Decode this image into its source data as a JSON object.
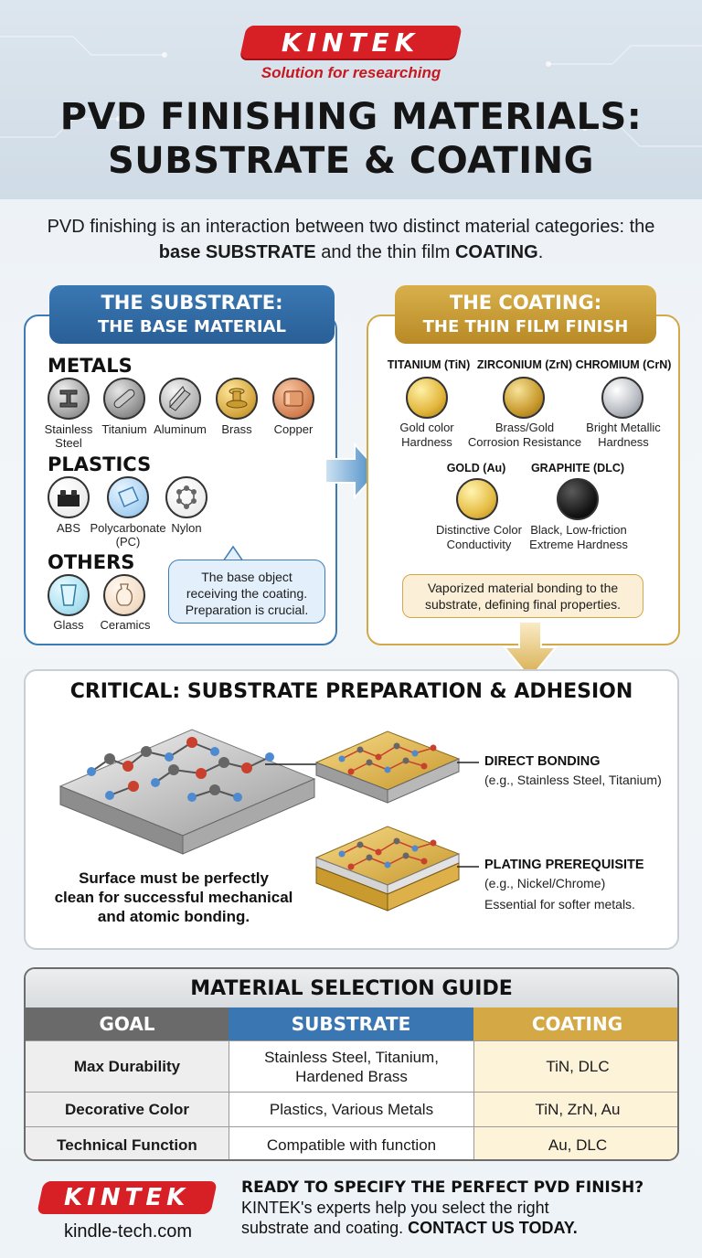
{
  "brand": {
    "logo_text": "KINTEK",
    "tagline": "Solution for researching",
    "url": "kindle-tech.com",
    "red": "#d71f26",
    "blue": "#3a77b2",
    "gold": "#d3a845"
  },
  "title": {
    "line1": "PVD FINISHING MATERIALS:",
    "line2": "SUBSTRATE & COATING"
  },
  "intro": {
    "p1": "PVD finishing is an interaction between two distinct material categories: the ",
    "b1": "base SUBSTRATE",
    "p2": " and the thin film ",
    "b2": "COATING",
    "p3": "."
  },
  "substrate": {
    "head1": "THE SUBSTRATE:",
    "head2": "THE BASE MATERIAL",
    "metals_label": "METALS",
    "metals": [
      {
        "label1": "Stainless",
        "label2": "Steel",
        "icon": "steel-beam-icon"
      },
      {
        "label1": "Titanium",
        "label2": "",
        "icon": "titanium-rod-icon"
      },
      {
        "label1": "Aluminum",
        "label2": "",
        "icon": "aluminum-angle-icon"
      },
      {
        "label1": "Brass",
        "label2": "",
        "icon": "brass-fitting-icon"
      },
      {
        "label1": "Copper",
        "label2": "",
        "icon": "copper-pipe-icon"
      }
    ],
    "plastics_label": "PLASTICS",
    "plastics": [
      {
        "label1": "ABS",
        "label2": "",
        "icon": "lego-brick-icon"
      },
      {
        "label1": "Polycarbonate",
        "label2": "(PC)",
        "icon": "plastic-sheet-icon"
      },
      {
        "label1": "Nylon",
        "label2": "",
        "icon": "molecule-icon"
      }
    ],
    "others_label": "OTHERS",
    "others": [
      {
        "label1": "Glass",
        "label2": "",
        "icon": "glass-cup-icon"
      },
      {
        "label1": "Ceramics",
        "label2": "",
        "icon": "ceramic-vase-icon"
      }
    ],
    "bubble": [
      "The base object",
      "receiving the coating.",
      "Preparation is crucial."
    ]
  },
  "coating": {
    "head1": "THE COATING:",
    "head2": "THE THIN FILM FINISH",
    "items": [
      {
        "name": "TITANIUM (TiN)",
        "p1": "Gold color",
        "p2": "Hardness"
      },
      {
        "name": "ZIRCONIUM (ZrN)",
        "p1": "Brass/Gold",
        "p2": "Corrosion Resistance"
      },
      {
        "name": "CHROMIUM (CrN)",
        "p1": "Bright Metallic",
        "p2": "Hardness"
      },
      {
        "name": "GOLD (Au)",
        "p1": "Distinctive Color",
        "p2": "Conductivity"
      },
      {
        "name": "GRAPHITE (DLC)",
        "p1": "Black, Low-friction",
        "p2": "Extreme Hardness"
      }
    ],
    "bubble": [
      "Vaporized material bonding to the",
      "substrate, defining final properties."
    ]
  },
  "critical": {
    "title": "CRITICAL: SUBSTRATE PREPARATION & ADHESION",
    "caption": [
      "Surface must be perfectly",
      "clean for successful mechanical",
      "and atomic bonding."
    ],
    "direct_title": "DIRECT BONDING",
    "direct_sub": "(e.g., Stainless Steel, Titanium)",
    "plating_title": "PLATING PREREQUISITE",
    "plating_sub": "(e.g., Nickel/Chrome)",
    "plating_note": "Essential for softer metals."
  },
  "guide": {
    "title": "MATERIAL SELECTION GUIDE",
    "headers": [
      "GOAL",
      "SUBSTRATE",
      "COATING"
    ],
    "rows": [
      {
        "goal": "Max Durability",
        "sub1": "Stainless Steel, Titanium,",
        "sub2": "Hardened Brass",
        "coat": "TiN, DLC"
      },
      {
        "goal": "Decorative Color",
        "sub1": "Plastics, Various Metals",
        "sub2": "",
        "coat": "TiN, ZrN, Au"
      },
      {
        "goal": "Technical Function",
        "sub1": "Compatible with function",
        "sub2": "",
        "coat": "Au, DLC"
      }
    ]
  },
  "footer": {
    "cta_head": "READY TO SPECIFY THE PERFECT PVD FINISH?",
    "cta_line1": "KINTEK's experts help you select the right",
    "cta_line2": "substrate and coating. ",
    "cta_bold": "CONTACT US TODAY."
  }
}
